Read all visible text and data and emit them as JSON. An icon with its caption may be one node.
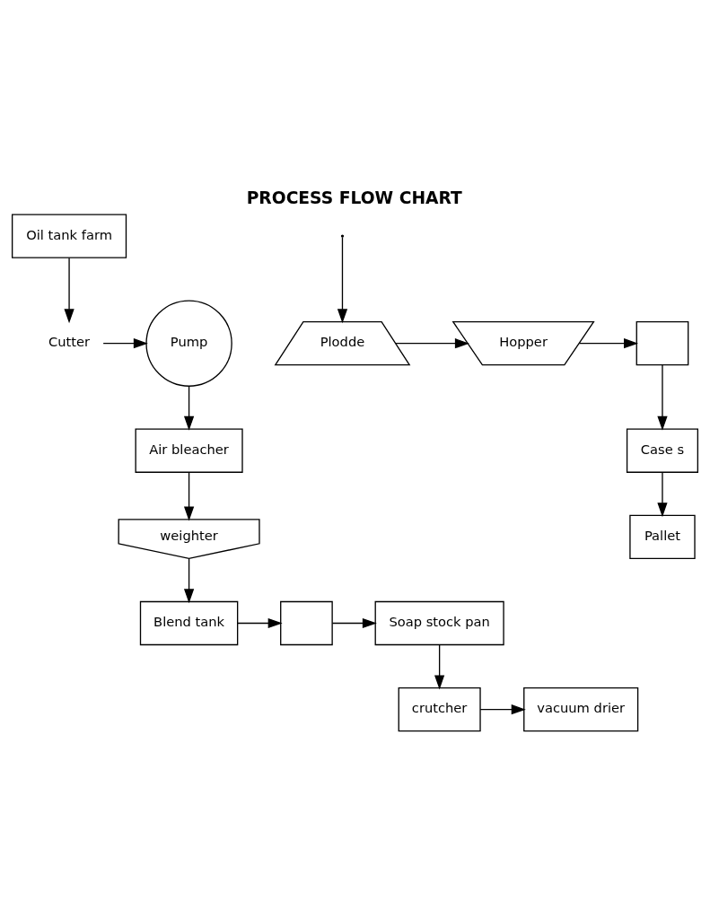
{
  "diagram": {
    "title": "PROCESS FLOW CHART",
    "nodes": [
      {
        "text": [
          "Oil tank farm"
        ]
      },
      {
        "text": [
          "Cutter"
        ]
      },
      {
        "text": [
          "Pump"
        ]
      },
      {
        "text": [
          "Air bleacher"
        ]
      },
      {
        "text": [
          "weighter"
        ]
      },
      {
        "text": [
          "Blend tank"
        ]
      },
      {
        "text": [],
        "shape": "box"
      },
      {
        "text": [
          "Soap stock pan"
        ]
      },
      {
        "text": [
          "crutcher"
        ]
      },
      {
        "text": [
          "vacuum drier"
        ]
      },
      {
        "text": [
          "Plodde"
        ]
      },
      {
        "text": [
          "Hopper"
        ]
      },
      {
        "text": [],
        "shape": "box"
      },
      {
        "text": [
          "Case s"
        ]
      },
      {
        "text": [
          "Pallet"
        ]
      }
    ],
    "edges": [
      {
        "from": 0,
        "to": 1,
        "arrow": "to"
      },
      {
        "from": 1,
        "to": 2,
        "arrow": "to"
      },
      {
        "from": 2,
        "to": 3,
        "arrow": "to"
      },
      {
        "from": 3,
        "to": 4,
        "arrow": "to"
      },
      {
        "from": 4,
        "to": 5,
        "arrow": "to"
      },
      {
        "from": 5,
        "to": 6,
        "arrow": "to"
      },
      {
        "from": 6,
        "to": 7,
        "arrow": "to"
      },
      {
        "from": 7,
        "to": 8,
        "arrow": "to"
      },
      {
        "from": 8,
        "to": 9,
        "arrow": "to"
      },
      {
        "from": null,
        "to": 10,
        "arrow": "to"
      },
      {
        "from": 10,
        "to": 11,
        "arrow": "to"
      },
      {
        "from": 11,
        "to": 12,
        "arrow": "to"
      },
      {
        "from": 12,
        "to": 13,
        "arrow": "to"
      },
      {
        "from": 13,
        "to": 14,
        "arrow": "to"
      }
    ]
  }
}
